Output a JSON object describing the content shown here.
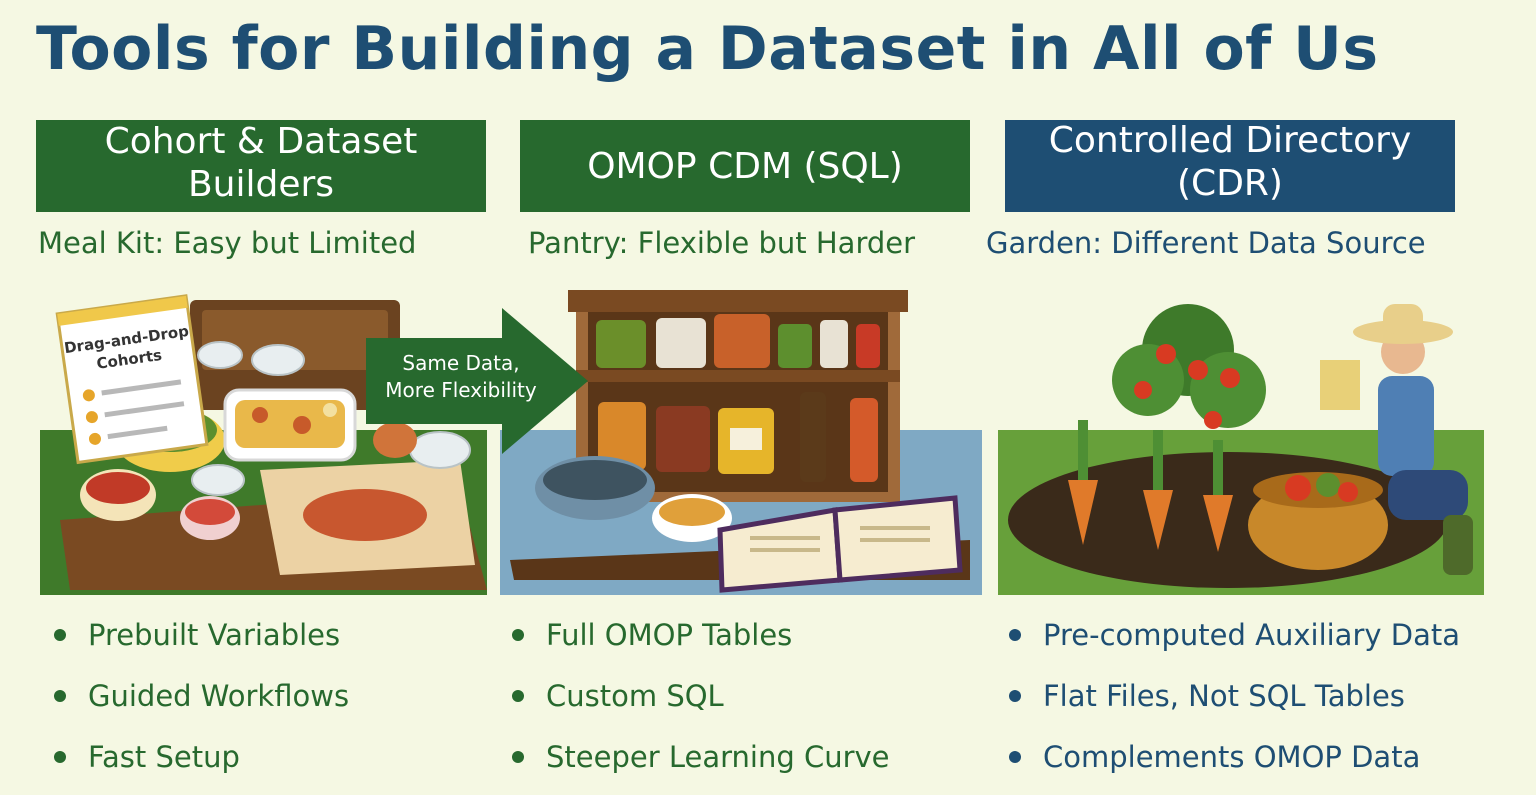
{
  "title": "Tools for Building a Dataset in All of Us",
  "columns": [
    {
      "header": "Cohort & Dataset Builders",
      "subtitle": "Meal Kit: Easy but Limited",
      "color": "#27692e",
      "bullets": [
        "Prebuilt Variables",
        "Guided Workflows",
        "Fast Setup"
      ]
    },
    {
      "header": "OMOP CDM (SQL)",
      "subtitle": "Pantry: Flexible but Harder",
      "color": "#27692e",
      "bullets": [
        "Full OMOP Tables",
        "Custom SQL",
        "Steeper Learning Curve"
      ]
    },
    {
      "header": "Controlled Directory (CDR)",
      "subtitle": "Garden: Different Data Source",
      "color": "#1e4e73",
      "bullets": [
        "Pre-computed Auxiliary Data",
        "Flat Files, Not SQL Tables",
        "Complements OMOP Data"
      ]
    }
  ],
  "arrow": {
    "line1": "Same Data,",
    "line2": "More Flexibility"
  },
  "meal_kit_card": {
    "line1": "Drag-and-Drop",
    "line2": "Cohorts"
  }
}
